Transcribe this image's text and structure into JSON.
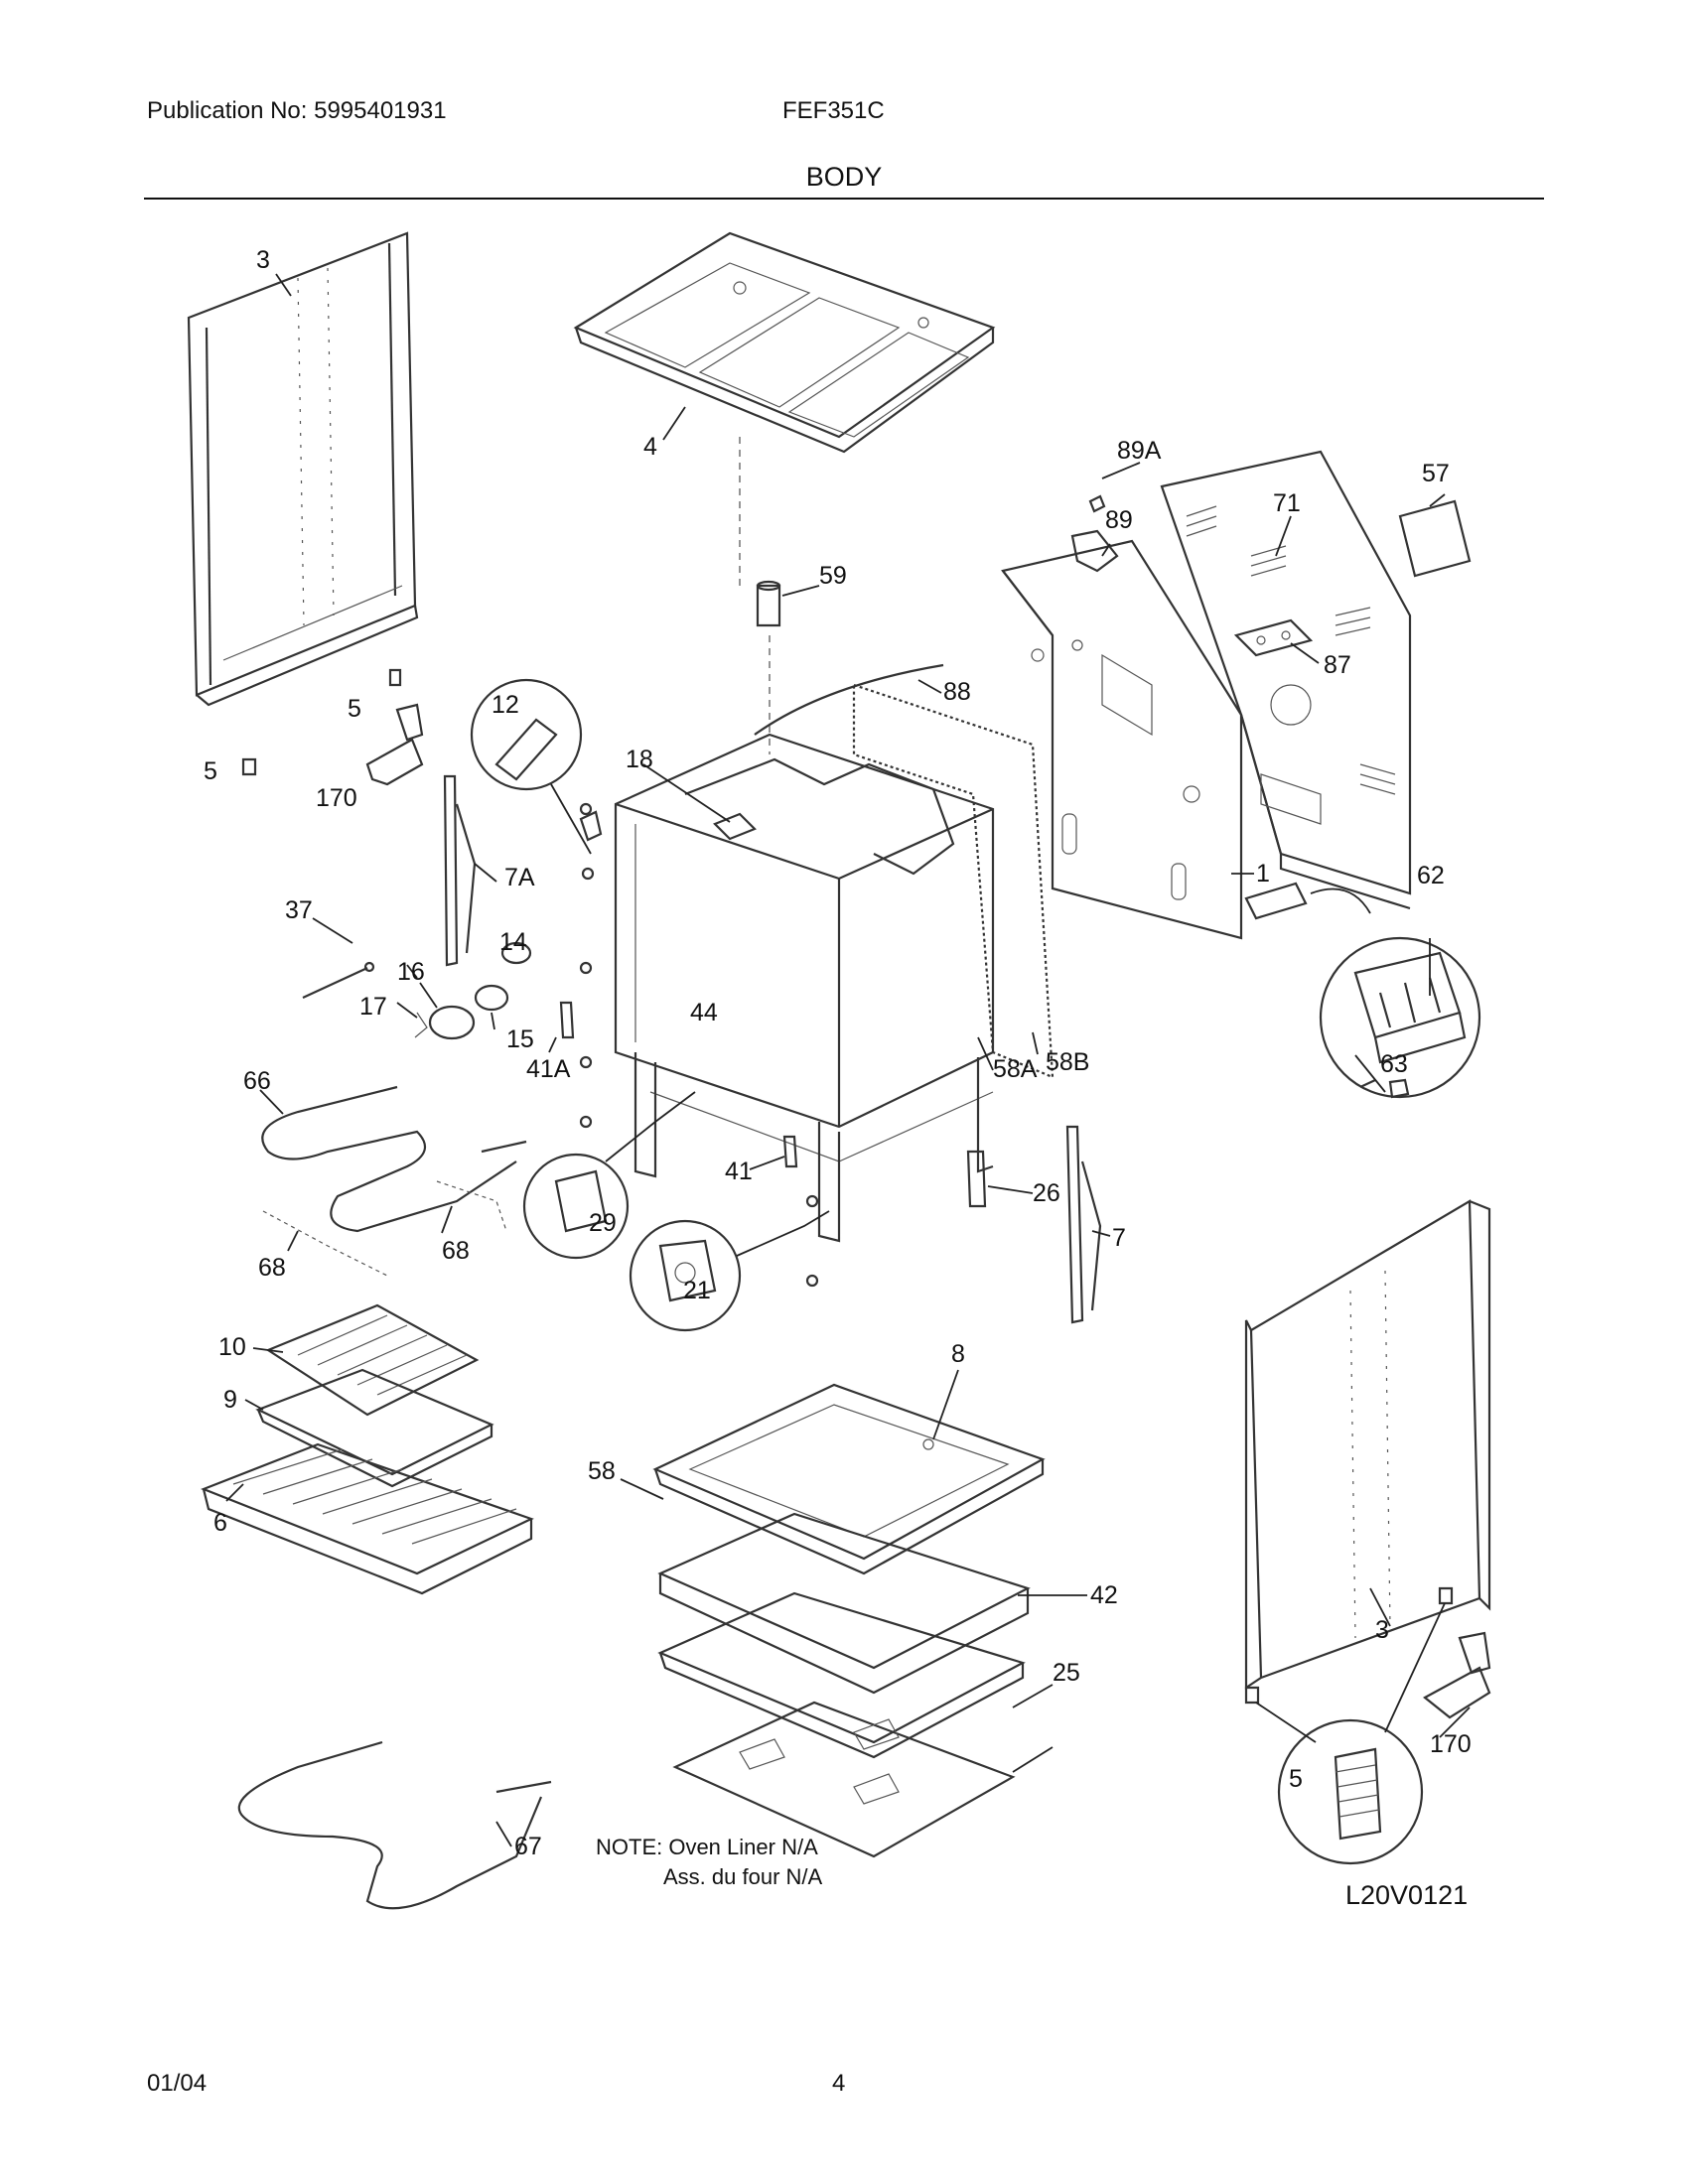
{
  "header": {
    "publication": "Publication No: 5995401931",
    "model": "FEF351C",
    "section": "BODY"
  },
  "callouts": [
    "3",
    "4",
    "89A",
    "57",
    "71",
    "89",
    "59",
    "87",
    "88",
    "12",
    "5",
    "170",
    "18",
    "7A",
    "1",
    "62",
    "37",
    "14",
    "16",
    "17",
    "44",
    "15",
    "41A",
    "58A",
    "58B",
    "63",
    "66",
    "41",
    "26",
    "29",
    "7",
    "68",
    "21",
    "10",
    "8",
    "9",
    "58",
    "6",
    "42",
    "25",
    "67"
  ],
  "note": {
    "line1": "NOTE: Oven Liner N/A",
    "line2": "Ass. du four N/A"
  },
  "diagram_code": "L20V0121",
  "footer": {
    "date": "01/04",
    "page": "4"
  }
}
